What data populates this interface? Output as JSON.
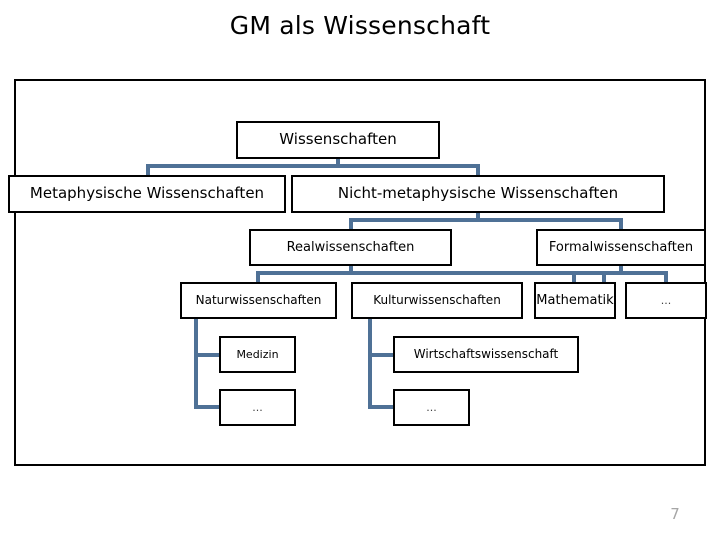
{
  "slide": {
    "title": "GM als Wissenschaft",
    "page_number": "7",
    "accent_color": "#4f7196",
    "border_color": "#000000",
    "background_color": "#ffffff",
    "page_number_color": "#a6a6a6"
  },
  "diagram": {
    "type": "tree",
    "root": "Wissenschaften",
    "nodes": [
      {
        "id": "wissenschaften",
        "label": "Wissenschaften",
        "level": 0
      },
      {
        "id": "metaphysische",
        "label": "Metaphysische  Wissenschaften",
        "level": 1
      },
      {
        "id": "nicht_metaphysische",
        "label": "Nicht-metaphysische Wissenschaften",
        "level": 1
      },
      {
        "id": "real",
        "label": "Realwissenschaften",
        "level": 2
      },
      {
        "id": "formal",
        "label": "Formalwissenschaften",
        "level": 2
      },
      {
        "id": "natur",
        "label": "Naturwissenschaften",
        "level": 3
      },
      {
        "id": "kultur",
        "label": "Kulturwissenschaften",
        "level": 3
      },
      {
        "id": "mathematik",
        "label": "Mathematik",
        "level": 3
      },
      {
        "id": "formal_dots",
        "label": "...",
        "level": 3
      },
      {
        "id": "medizin",
        "label": "Medizin",
        "level": 4
      },
      {
        "id": "wirtschaft",
        "label": "Wirtschaftswissenschaft",
        "level": 4
      },
      {
        "id": "natur_dots",
        "label": "...",
        "level": 5
      },
      {
        "id": "kultur_dots",
        "label": "...",
        "level": 5
      }
    ],
    "edges": [
      {
        "from": "wissenschaften",
        "to": "metaphysische"
      },
      {
        "from": "wissenschaften",
        "to": "nicht_metaphysische"
      },
      {
        "from": "nicht_metaphysische",
        "to": "real"
      },
      {
        "from": "nicht_metaphysische",
        "to": "formal"
      },
      {
        "from": "real",
        "to": "natur"
      },
      {
        "from": "real",
        "to": "kultur"
      },
      {
        "from": "formal",
        "to": "mathematik"
      },
      {
        "from": "formal",
        "to": "formal_dots"
      },
      {
        "from": "natur",
        "to": "medizin"
      },
      {
        "from": "natur",
        "to": "natur_dots"
      },
      {
        "from": "kultur",
        "to": "wirtschaft"
      },
      {
        "from": "kultur",
        "to": "kultur_dots"
      }
    ]
  }
}
